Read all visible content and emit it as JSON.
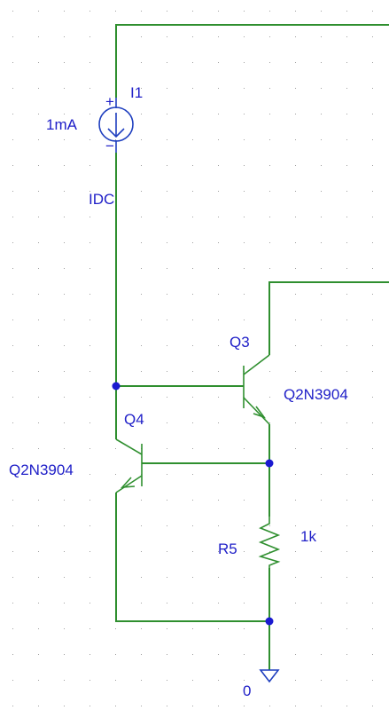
{
  "schematic": {
    "colors": {
      "background": "#ffffff",
      "wire": "#2f8f2f",
      "label": "#2020c8",
      "node": "#1a1ad0",
      "grid": "#a0a0a0"
    },
    "i1": {
      "name": "I1",
      "value": "1mA",
      "type": "IDC"
    },
    "q3": {
      "name": "Q3",
      "model": "Q2N3904"
    },
    "q4": {
      "name": "Q4",
      "model": "Q2N3904"
    },
    "r5": {
      "name": "R5",
      "value": "1k"
    },
    "ground": {
      "label": "0"
    }
  }
}
